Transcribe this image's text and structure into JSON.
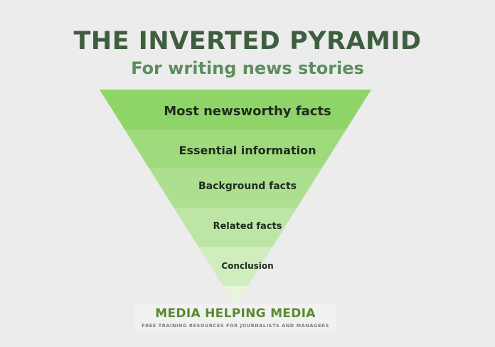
{
  "header": {
    "title": "THE INVERTED PYRAMID",
    "subtitle": "For writing news stories"
  },
  "pyramid": {
    "layers": [
      {
        "label": "Most newsworthy facts",
        "color": "#8fd468"
      },
      {
        "label": "Essential information",
        "color": "#9fda7d"
      },
      {
        "label": "Background facts",
        "color": "#addf90"
      },
      {
        "label": "Related facts",
        "color": "#bde6a6"
      },
      {
        "label": "Conclusion",
        "color": "#cfedbd"
      },
      {
        "label": "",
        "color": "#e6f5dc"
      }
    ]
  },
  "logo": {
    "title": "MEDIA HELPING MEDIA",
    "tagline": "FREE TRAINING RESOURCES FOR JOURNALISTS AND MANAGERS"
  }
}
